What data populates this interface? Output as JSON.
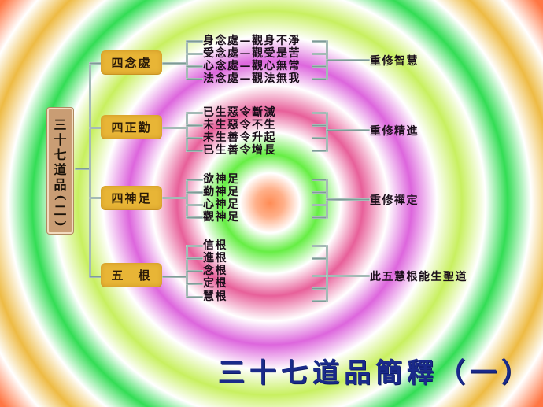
{
  "root": {
    "label_chars": [
      "三",
      "十",
      "七",
      "道",
      "品",
      "(",
      "二",
      ")"
    ],
    "label": "三十七道品(二)"
  },
  "groups": [
    {
      "node": "四念處",
      "items": [
        "身念處—觀身不淨",
        "受念處—觀受是苦",
        "心念處—觀心無常",
        "法念處—觀法無我"
      ],
      "result": "重修智慧"
    },
    {
      "node": "四正勤",
      "items": [
        "已生惡令斷滅",
        "未生惡令不生",
        "未生善令升起",
        "已生善令增長"
      ],
      "result": "重修精進"
    },
    {
      "node": "四神足",
      "items": [
        "欲神足",
        "勤神足",
        "心神足",
        "觀神足"
      ],
      "result": "重修禪定"
    },
    {
      "node": "五　根",
      "items": [
        "信根",
        "進根",
        "念根",
        "定根",
        "慧根"
      ],
      "result": "此五慧根能生聖道"
    }
  ],
  "title": "三十七道品簡釋（一）",
  "colors": {
    "title": "#1a2a8a",
    "node_fill": "#e8b536",
    "root_fill": "#c99d74",
    "connector": "#7f9c98"
  }
}
